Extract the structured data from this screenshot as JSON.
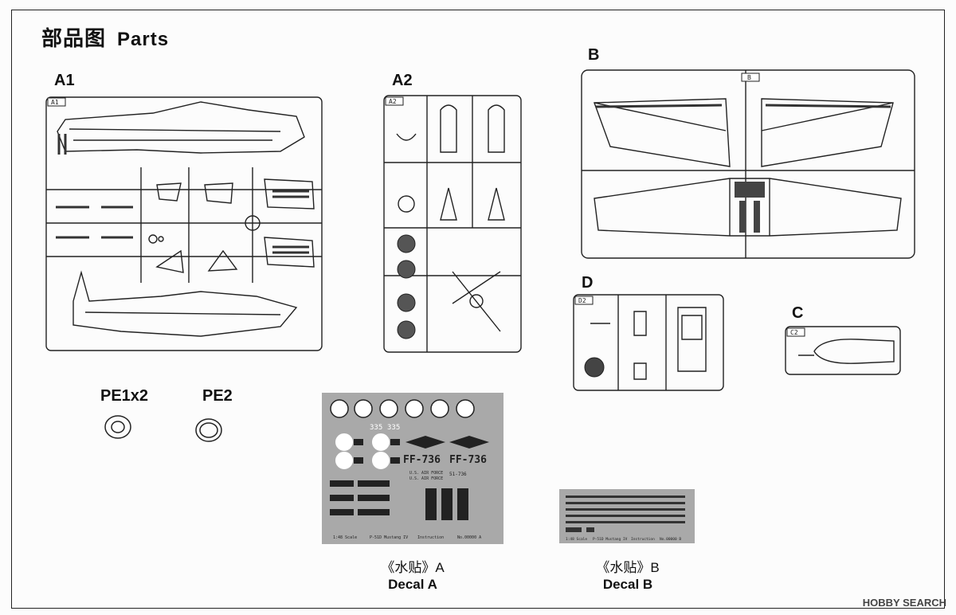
{
  "title": {
    "zh": "部品图",
    "en": "Parts"
  },
  "sprues": {
    "a1": {
      "label": "A1",
      "tag": "A1"
    },
    "a2": {
      "label": "A2",
      "tag": "A2"
    },
    "b": {
      "label": "B",
      "tag": "B"
    },
    "d": {
      "label": "D",
      "tag": "D2"
    },
    "c": {
      "label": "C",
      "tag": "C2"
    }
  },
  "pe": {
    "pe1": "PE1x2",
    "pe2": "PE2"
  },
  "decal_a": {
    "numbers": [
      "335",
      "335"
    ],
    "codes": [
      "FF-736",
      "FF-736"
    ],
    "texts": [
      "U.S. AIR FORCE",
      "U.S. AIR FORCE",
      "51-736"
    ],
    "footer": [
      "1:48 Scale",
      "P-51D Mustang IV",
      "Instruction",
      "No.00000 A"
    ],
    "caption_zh": "《水贴》A",
    "caption_en": "Decal A"
  },
  "decal_b": {
    "footer": [
      "1:48 Scale",
      "P-51D Mustang IV",
      "Instruction",
      "No.00000 B"
    ],
    "caption_zh": "《水贴》B",
    "caption_en": "Decal B"
  },
  "watermark": "HOBBY SEARCH",
  "colors": {
    "line": "#222222",
    "decal_bg": "#a9a9a9",
    "dark": "#333333"
  }
}
